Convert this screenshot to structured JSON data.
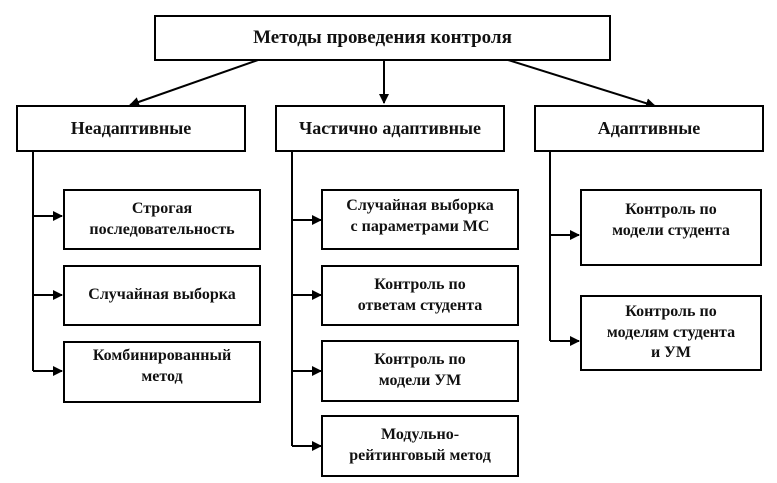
{
  "diagram": {
    "root": {
      "label": "Методы проведения контроля"
    },
    "categories": [
      {
        "label": "Неадаптивные",
        "items": [
          {
            "lines": [
              "Строгая",
              "последовательность"
            ]
          },
          {
            "lines": [
              "Случайная выборка"
            ]
          },
          {
            "lines": [
              "Комбинированный",
              "метод"
            ]
          }
        ]
      },
      {
        "label": "Частично адаптивные",
        "items": [
          {
            "lines": [
              "Случайная выборка",
              "с  параметрами МС"
            ]
          },
          {
            "lines": [
              "Контроль по",
              "ответам студента"
            ]
          },
          {
            "lines": [
              "Контроль по",
              "модели УМ"
            ]
          },
          {
            "lines": [
              "Модульно-",
              "рейтинговый метод"
            ]
          }
        ]
      },
      {
        "label": "Адаптивные",
        "items": [
          {
            "lines": [
              "Контроль по",
              "модели студента"
            ]
          },
          {
            "lines": [
              "Контроль по",
              "моделям студента",
              "и УМ"
            ]
          }
        ]
      }
    ]
  }
}
